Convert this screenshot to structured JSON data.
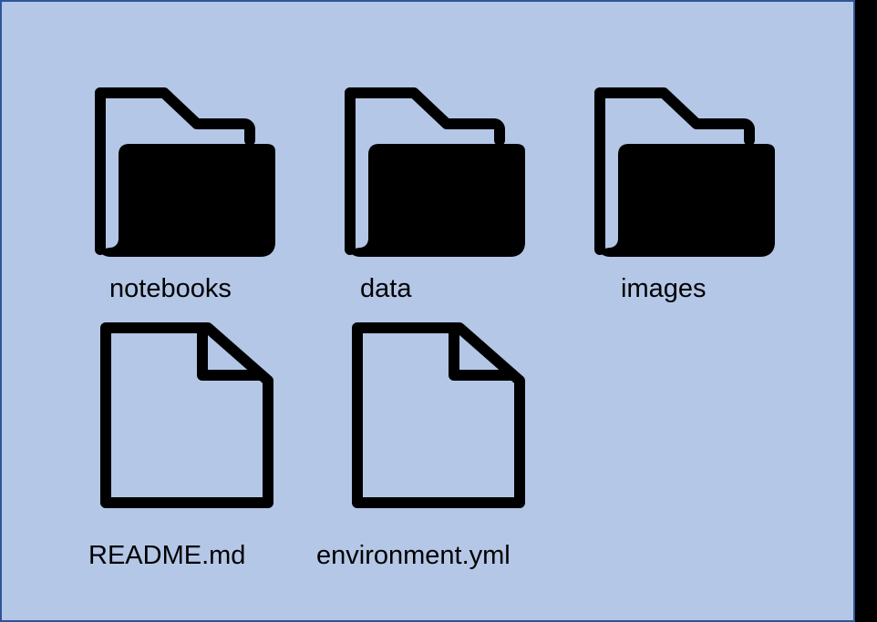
{
  "colors": {
    "background": "#b4c7e7",
    "border": "#2f5597",
    "icon": "#000000",
    "outside": "#000000"
  },
  "items": [
    {
      "name": "notebooks",
      "kind": "folder",
      "icon": "folder-icon"
    },
    {
      "name": "data",
      "kind": "folder",
      "icon": "folder-icon"
    },
    {
      "name": "images",
      "kind": "folder",
      "icon": "folder-icon"
    },
    {
      "name": "README.md",
      "kind": "file",
      "icon": "file-icon"
    },
    {
      "name": "environment.yml",
      "kind": "file",
      "icon": "file-icon"
    }
  ]
}
